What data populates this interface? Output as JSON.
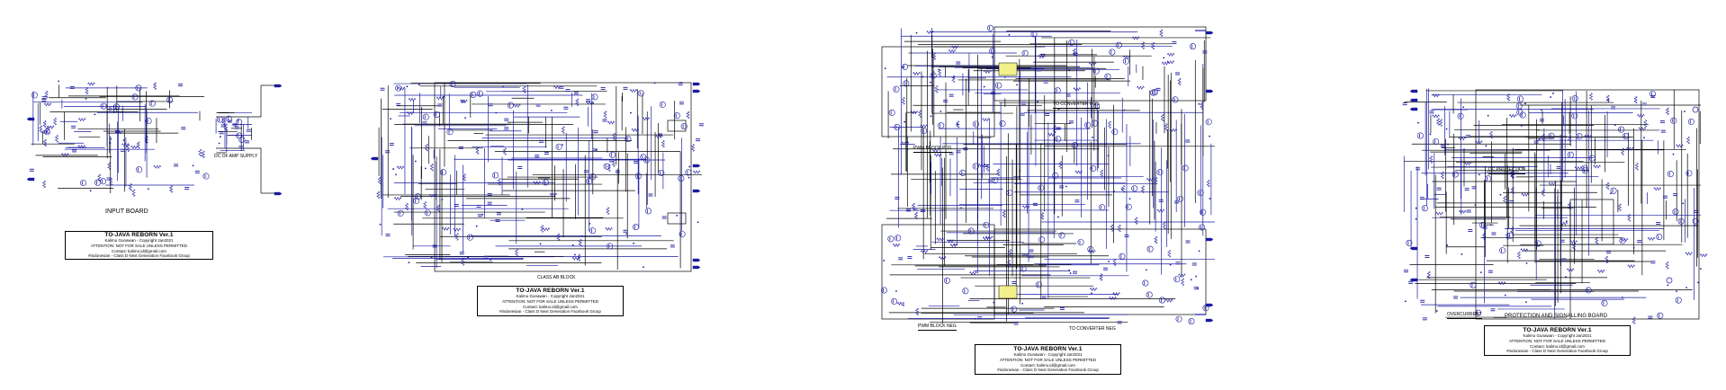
{
  "colors": {
    "wire": "#1a1aa0",
    "trace": "#000000",
    "highlight": "#f2f08a",
    "background": "#ffffff"
  },
  "sheets": [
    {
      "id": "input",
      "section_labels": [
        "INPUT BOARD",
        "DC OF AMP SUPPLY"
      ],
      "title_block": {
        "title": "TO-JAVA REBORN Ver.1",
        "author": "Kalimo Gunawan - Copyright Jan2021",
        "warning": "ATTENTION: NOT FOR SALE UNLESS PERMITTED",
        "contact": "Contact: kalimo.id@gmail.com",
        "group": "#indonesian - Class D Next Generation Facebook Group"
      }
    },
    {
      "id": "classab",
      "section_labels": [
        "CLASS AB BLOCK"
      ],
      "title_block": {
        "title": "TO-JAVA REBORN Ver.1",
        "author": "Kalimo Gunawan - Copyright Jan2021",
        "warning": "ATTENTION: NOT FOR SALE UNLESS PERMITTED",
        "contact": "Contact: kalimo.id@gmail.com",
        "group": "#indonesian - Class D Next Generation Facebook Group"
      }
    },
    {
      "id": "pwm",
      "section_labels": [
        "TO CONVERTER POS",
        "PWM BLOCK POS",
        "PWM BLOCK NEG",
        "TO CONVERTER NEG"
      ],
      "title_block": {
        "title": "TO-JAVA REBORN Ver.1",
        "author": "Kalimo Gunawan - Copyright Jan2021",
        "warning": "ATTENTION: NOT FOR SALE UNLESS PERMITTED",
        "contact": "Contact: kalimo.id@gmail.com",
        "group": "#indonesian - Class D Next Generation Facebook Group"
      }
    },
    {
      "id": "protection",
      "section_labels": [
        "DC PROTECTION",
        "OVERCURRENT",
        "PROTECTION AND SIGNALLING BOARD"
      ],
      "title_block": {
        "title": "TO-JAVA REBORN Ver.1",
        "author": "Kalimo Gunawan - Copyright Jan2021",
        "warning": "ATTENTION: NOT FOR SALE UNLESS PERMITTED",
        "contact": "Contact: kalimo.id@gmail.com",
        "group": "#indonesian - Class D Next Generation Facebook Group"
      }
    }
  ]
}
